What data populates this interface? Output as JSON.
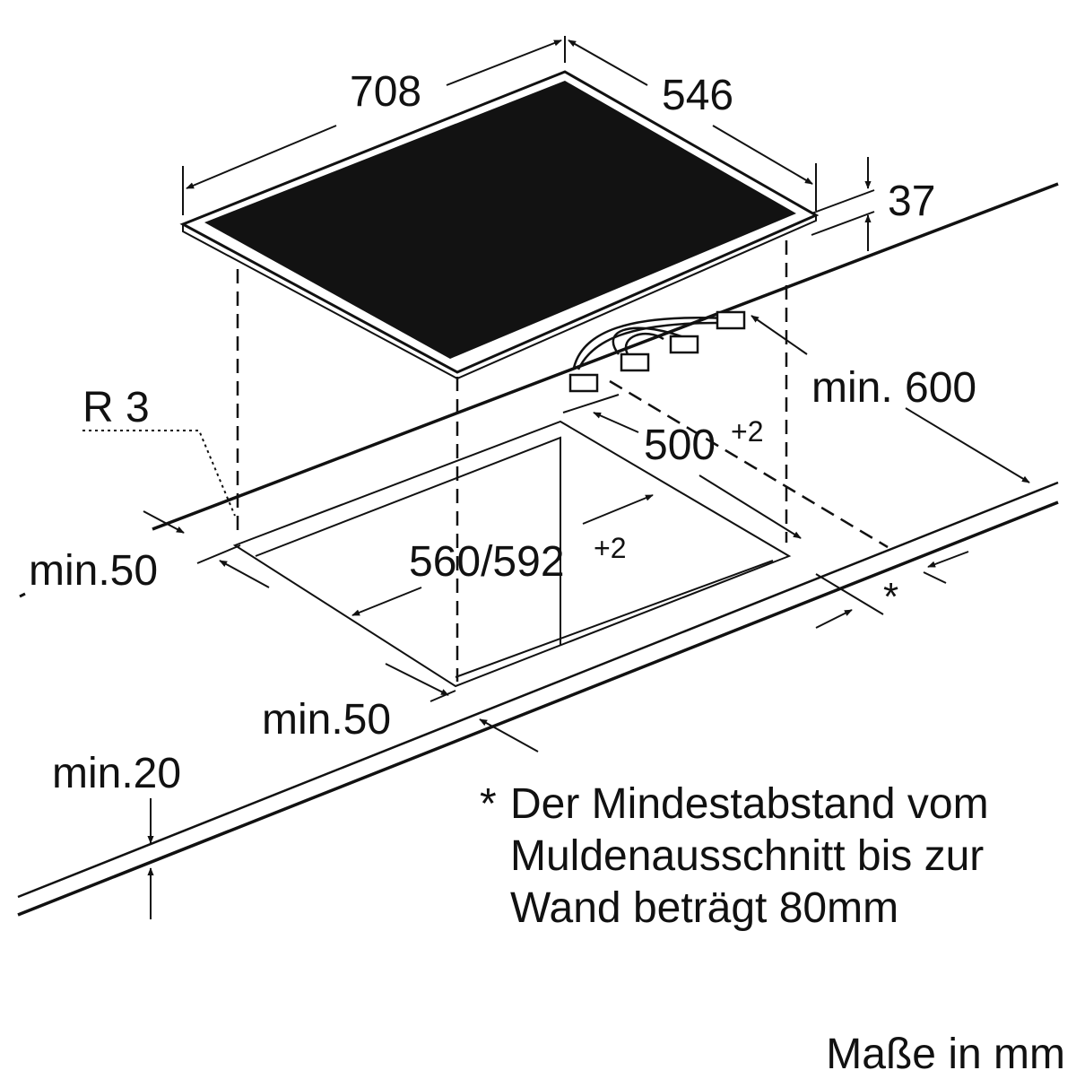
{
  "dimensions": {
    "width": "708",
    "depth": "546",
    "height": "37",
    "radius": "R 3",
    "cable_clearance": "min. 600",
    "cutout_depth": "500",
    "cutout_depth_tol": "+2",
    "cutout_width": "560/592",
    "cutout_width_tol": "+2",
    "side_left": "min.50",
    "front_left": "min.50",
    "front_edge": "min.20",
    "wall_marker": "*"
  },
  "note": {
    "marker": "*",
    "line1": "Der Mindestabstand vom",
    "line2": "Muldenausschnitt bis zur",
    "line3": "Wand beträgt 80mm"
  },
  "units": "Maße in mm",
  "colors": {
    "line": "#111111",
    "glass": "#121212",
    "background": "#ffffff"
  }
}
